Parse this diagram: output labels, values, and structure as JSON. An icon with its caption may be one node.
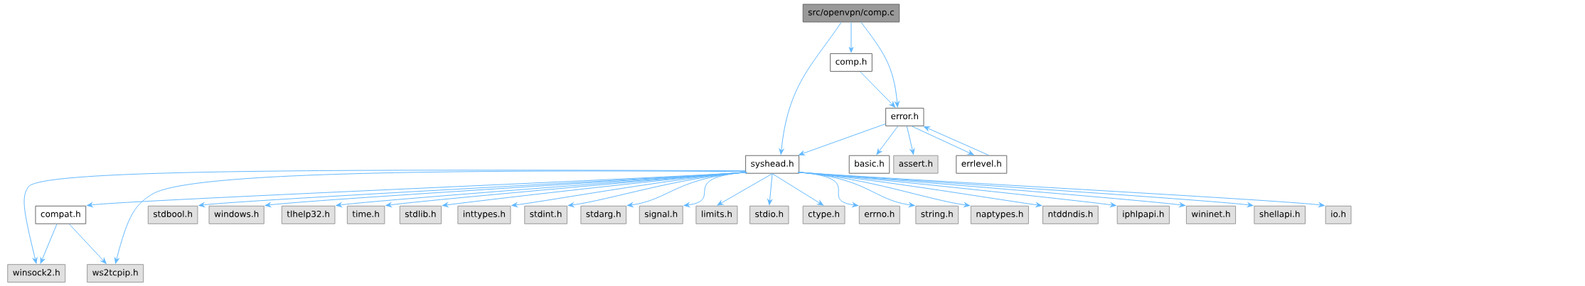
{
  "diagram": {
    "nodes": [
      {
        "text": [
          "src/openvpn/comp.c"
        ]
      },
      {
        "text": [
          "comp.h"
        ]
      },
      {
        "text": [
          "error.h"
        ]
      },
      {
        "text": [
          "syshead.h"
        ]
      },
      {
        "text": [
          "basic.h"
        ]
      },
      {
        "text": [
          "assert.h"
        ]
      },
      {
        "text": [
          "errlevel.h"
        ]
      },
      {
        "text": [
          "compat.h"
        ]
      },
      {
        "text": [
          "stdbool.h"
        ]
      },
      {
        "text": [
          "windows.h"
        ]
      },
      {
        "text": [
          "tlhelp32.h"
        ]
      },
      {
        "text": [
          "time.h"
        ]
      },
      {
        "text": [
          "stdlib.h"
        ]
      },
      {
        "text": [
          "inttypes.h"
        ]
      },
      {
        "text": [
          "stdint.h"
        ]
      },
      {
        "text": [
          "stdarg.h"
        ]
      },
      {
        "text": [
          "signal.h"
        ]
      },
      {
        "text": [
          "limits.h"
        ]
      },
      {
        "text": [
          "stdio.h"
        ]
      },
      {
        "text": [
          "ctype.h"
        ]
      },
      {
        "text": [
          "errno.h"
        ]
      },
      {
        "text": [
          "string.h"
        ]
      },
      {
        "text": [
          "naptypes.h"
        ]
      },
      {
        "text": [
          "ntddndis.h"
        ]
      },
      {
        "text": [
          "iphlpapi.h"
        ]
      },
      {
        "text": [
          "wininet.h"
        ]
      },
      {
        "text": [
          "shellapi.h"
        ]
      },
      {
        "text": [
          "io.h"
        ]
      },
      {
        "text": [
          "winsock2.h"
        ]
      },
      {
        "text": [
          "ws2tcpip.h"
        ]
      }
    ],
    "edges": [
      {
        "from": 0,
        "to": 3,
        "arrow": "to"
      },
      {
        "from": 0,
        "to": 1,
        "arrow": "to"
      },
      {
        "from": 0,
        "to": 2,
        "arrow": "to"
      },
      {
        "from": 1,
        "to": 2,
        "arrow": "to"
      },
      {
        "from": 2,
        "to": 3,
        "arrow": "to"
      },
      {
        "from": 2,
        "to": 4,
        "arrow": "to"
      },
      {
        "from": 2,
        "to": 5,
        "arrow": "to"
      },
      {
        "from": 2,
        "to": 6,
        "arrow": "to"
      },
      {
        "from": 6,
        "to": 2,
        "arrow": "to"
      },
      {
        "from": 3,
        "to": 7,
        "arrow": "to"
      },
      {
        "from": 3,
        "to": 28,
        "arrow": "to"
      },
      {
        "from": 3,
        "to": 29,
        "arrow": "to"
      },
      {
        "from": 3,
        "to": 8,
        "arrow": "to"
      },
      {
        "from": 3,
        "to": 9,
        "arrow": "to"
      },
      {
        "from": 3,
        "to": 10,
        "arrow": "to"
      },
      {
        "from": 3,
        "to": 11,
        "arrow": "to"
      },
      {
        "from": 3,
        "to": 12,
        "arrow": "to"
      },
      {
        "from": 3,
        "to": 13,
        "arrow": "to"
      },
      {
        "from": 3,
        "to": 14,
        "arrow": "to"
      },
      {
        "from": 3,
        "to": 15,
        "arrow": "to"
      },
      {
        "from": 3,
        "to": 16,
        "arrow": "to"
      },
      {
        "from": 3,
        "to": 17,
        "arrow": "to"
      },
      {
        "from": 3,
        "to": 18,
        "arrow": "to"
      },
      {
        "from": 3,
        "to": 19,
        "arrow": "to"
      },
      {
        "from": 3,
        "to": 20,
        "arrow": "to"
      },
      {
        "from": 3,
        "to": 21,
        "arrow": "to"
      },
      {
        "from": 3,
        "to": 22,
        "arrow": "to"
      },
      {
        "from": 3,
        "to": 23,
        "arrow": "to"
      },
      {
        "from": 3,
        "to": 24,
        "arrow": "to"
      },
      {
        "from": 3,
        "to": 25,
        "arrow": "to"
      },
      {
        "from": 3,
        "to": 26,
        "arrow": "to"
      },
      {
        "from": 3,
        "to": 27,
        "arrow": "to"
      },
      {
        "from": 7,
        "to": 28,
        "arrow": "to"
      },
      {
        "from": 7,
        "to": 29,
        "arrow": "to"
      }
    ]
  }
}
